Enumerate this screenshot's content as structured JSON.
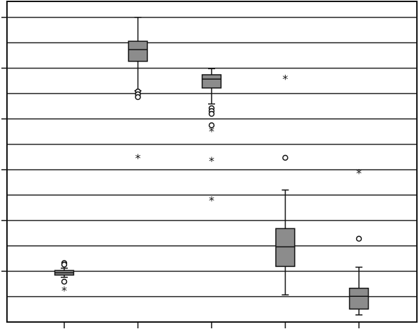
{
  "chart_data": {
    "type": "boxplot",
    "title": "",
    "xlabel": "",
    "ylabel": "",
    "ylim": [
      0,
      12.63
    ],
    "grid": true,
    "gridlines_y": [
      1,
      2,
      3,
      4,
      5,
      6,
      7,
      8,
      9,
      10,
      11,
      12
    ],
    "yticks": [
      2,
      4,
      6,
      8,
      10,
      12
    ],
    "box_fill": "#8c8c8c",
    "boxes": [
      {
        "whisker_low": 1.76,
        "q1": 1.85,
        "median": 1.94,
        "q3": 2.03,
        "whisker_high": 2.12,
        "outliers": [
          2.32,
          2.26,
          1.59
        ],
        "extremes": [
          1.25
        ]
      },
      {
        "whisker_low": 9.11,
        "q1": 10.27,
        "median": 10.73,
        "q3": 11.06,
        "whisker_high": 12.0,
        "outliers": [
          9.08,
          8.97,
          8.86
        ],
        "extremes": [
          6.47
        ]
      },
      {
        "whisker_low": 8.59,
        "q1": 9.22,
        "median": 9.57,
        "q3": 9.74,
        "whisker_high": 9.98,
        "outliers": [
          8.42,
          8.31,
          8.2,
          7.75
        ],
        "extremes": [
          7.53,
          6.36,
          4.8
        ]
      },
      {
        "whisker_low": 1.07,
        "q1": 2.19,
        "median": 2.96,
        "q3": 3.68,
        "whisker_high": 5.2,
        "outliers": [
          6.47
        ],
        "extremes": [
          9.59
        ]
      },
      {
        "whisker_low": 0.28,
        "q1": 0.51,
        "median": 1.01,
        "q3": 1.33,
        "whisker_high": 2.16,
        "outliers": [
          3.28
        ],
        "extremes": [
          5.88
        ]
      }
    ]
  }
}
